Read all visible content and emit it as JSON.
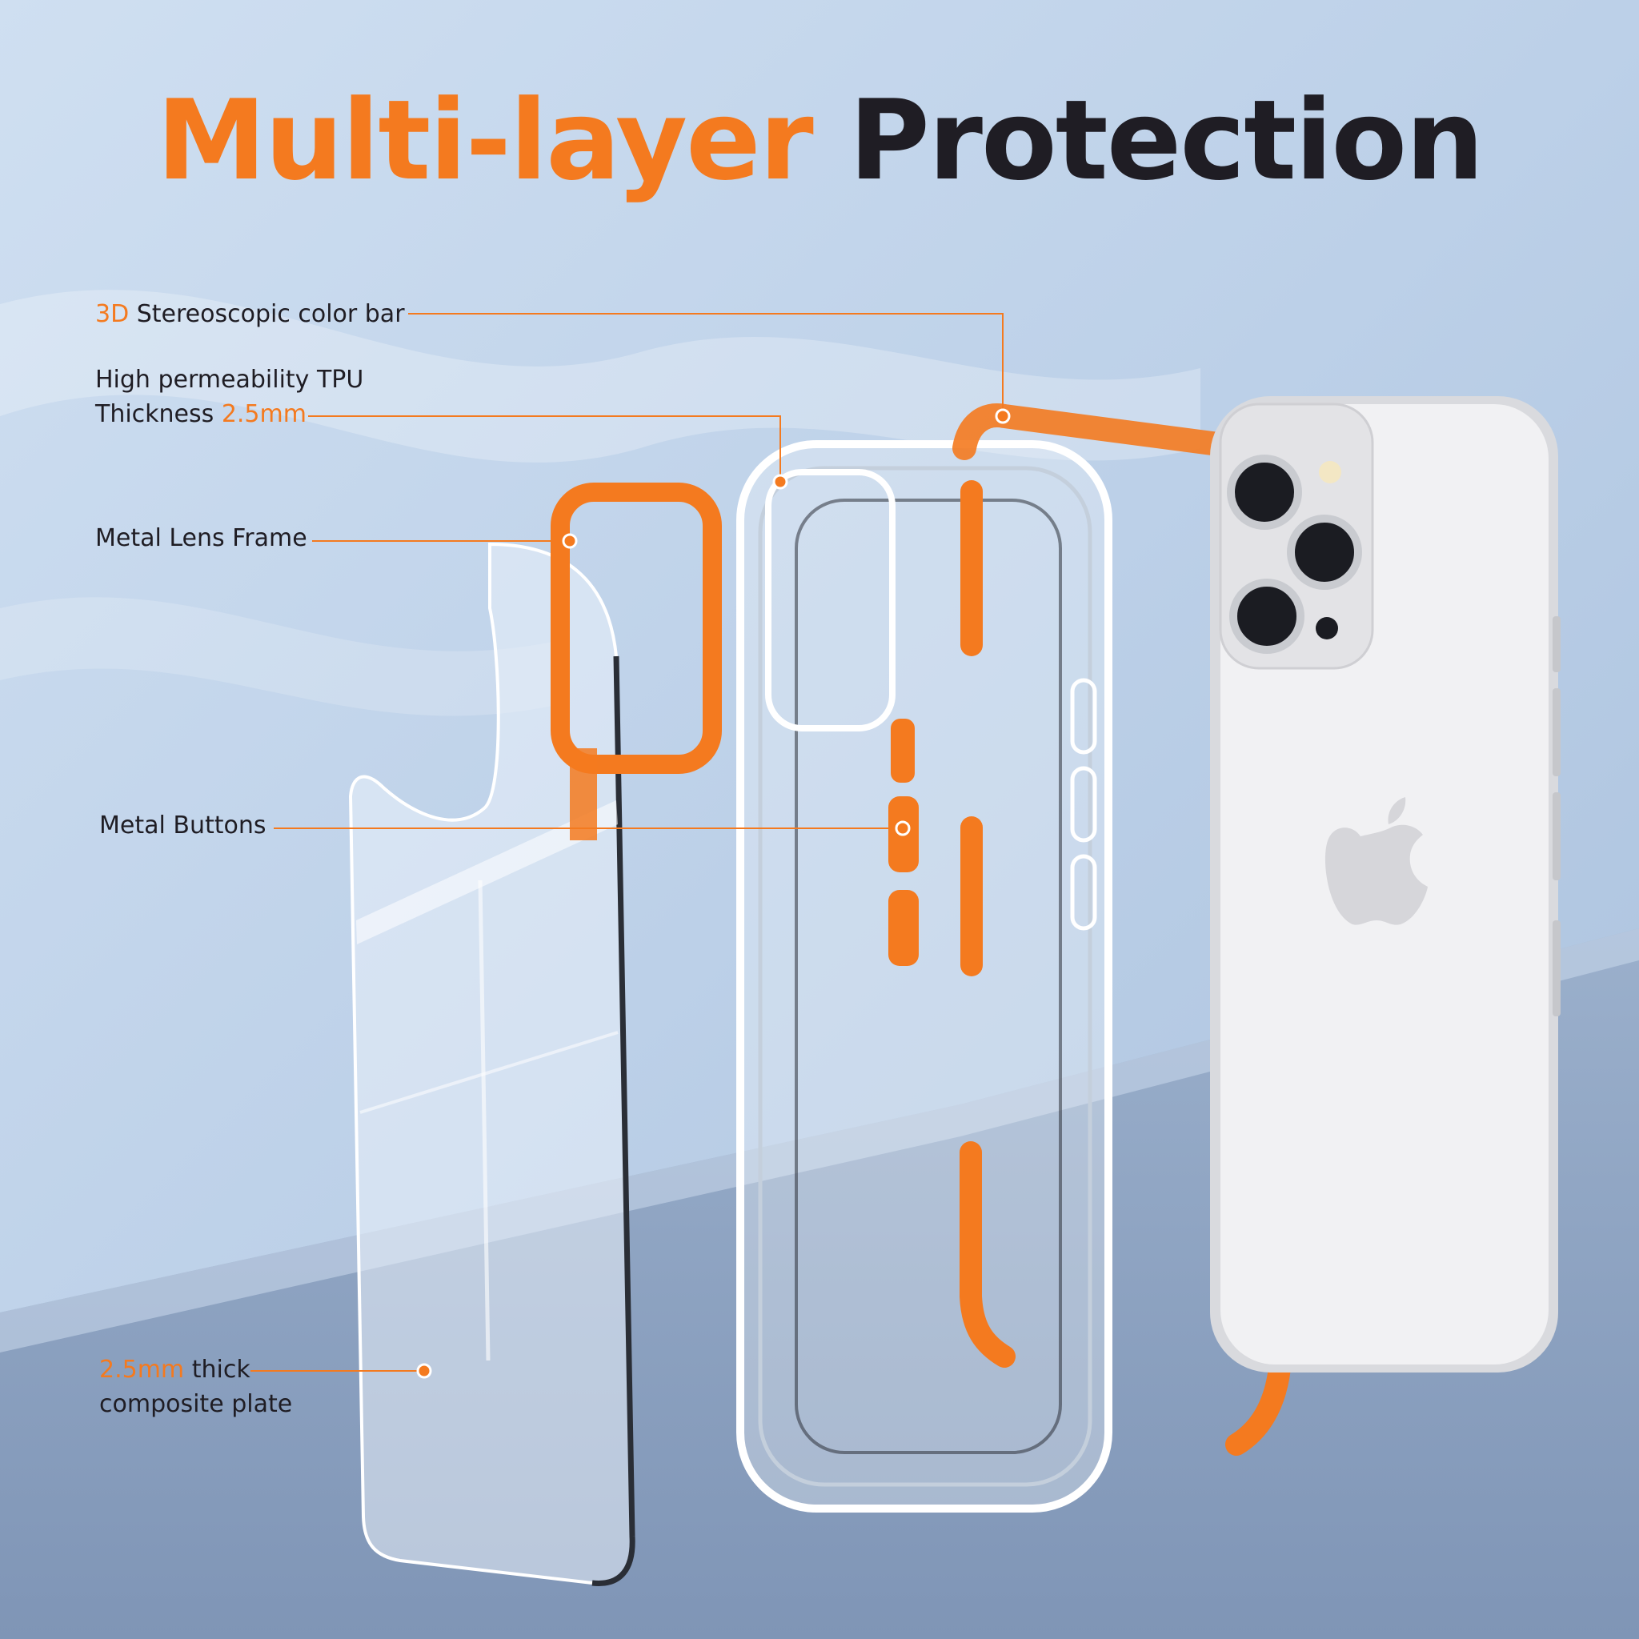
{
  "headline": {
    "accent": "Multi-layer",
    "main": "Protection"
  },
  "callouts": {
    "color_bar": {
      "accent": "3D",
      "text": " Stereoscopic color bar"
    },
    "tpu": {
      "line1": "High permeability TPU",
      "line2_prefix": "Thickness ",
      "line2_accent": "2.5mm"
    },
    "lens_frame": {
      "text": "Metal Lens Frame"
    },
    "buttons": {
      "text": "Metal Buttons"
    },
    "plate": {
      "accent": "2.5mm",
      "text": " thick",
      "line2": "composite plate"
    }
  },
  "colors": {
    "accent": "#f47a1f",
    "dark_text": "#1f1d24",
    "sky_background": "#c9d9ee",
    "floor": "#8aa0bf",
    "phone_body": "#ededf0"
  },
  "icons": {
    "brand_logo": "apple-logo-icon",
    "leader_dot": "dot-marker-icon"
  }
}
